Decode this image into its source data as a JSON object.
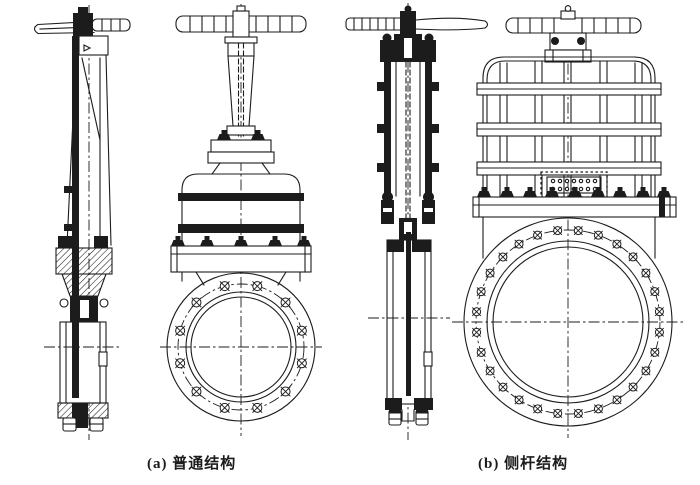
{
  "palette": {
    "ink": "#1c1c1c",
    "paper": "#ffffff"
  },
  "figures": [
    {
      "id": "a",
      "caption": "(a) 普通结构",
      "views": [
        {
          "name": "side-section-view"
        },
        {
          "name": "front-view",
          "flange_bolt_count": 12
        }
      ]
    },
    {
      "id": "b",
      "caption": "(b) 侧杆结构",
      "views": [
        {
          "name": "side-section-view"
        },
        {
          "name": "front-view",
          "flange_bolt_count": 28
        }
      ]
    }
  ]
}
